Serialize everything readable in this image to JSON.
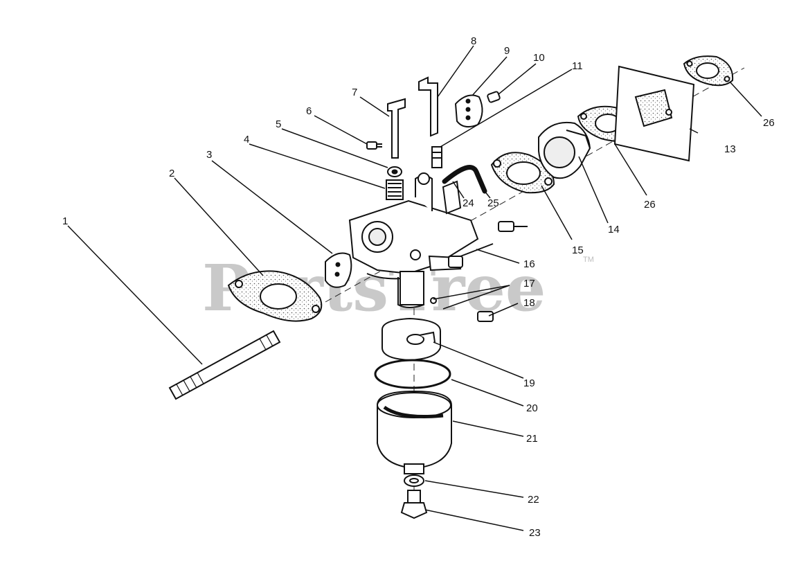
{
  "watermark": {
    "text": "PartsTree",
    "trademark": "TM"
  },
  "callouts": [
    {
      "id": "1",
      "text": "1"
    },
    {
      "id": "2",
      "text": "2"
    },
    {
      "id": "3",
      "text": "3"
    },
    {
      "id": "4",
      "text": "4"
    },
    {
      "id": "5",
      "text": "5"
    },
    {
      "id": "6",
      "text": "6"
    },
    {
      "id": "7",
      "text": "7"
    },
    {
      "id": "8",
      "text": "8"
    },
    {
      "id": "9",
      "text": "9"
    },
    {
      "id": "10",
      "text": "10"
    },
    {
      "id": "11",
      "text": "11"
    },
    {
      "id": "13",
      "text": "13"
    },
    {
      "id": "14",
      "text": "14"
    },
    {
      "id": "15",
      "text": "15"
    },
    {
      "id": "16",
      "text": "16"
    },
    {
      "id": "17",
      "text": "17"
    },
    {
      "id": "18",
      "text": "18"
    },
    {
      "id": "19",
      "text": "19"
    },
    {
      "id": "20",
      "text": "20"
    },
    {
      "id": "21",
      "text": "21"
    },
    {
      "id": "22",
      "text": "22"
    },
    {
      "id": "23",
      "text": "23"
    },
    {
      "id": "24",
      "text": "24"
    },
    {
      "id": "25",
      "text": "25"
    },
    {
      "id": "26a",
      "text": "26"
    },
    {
      "id": "26b",
      "text": "26"
    }
  ]
}
